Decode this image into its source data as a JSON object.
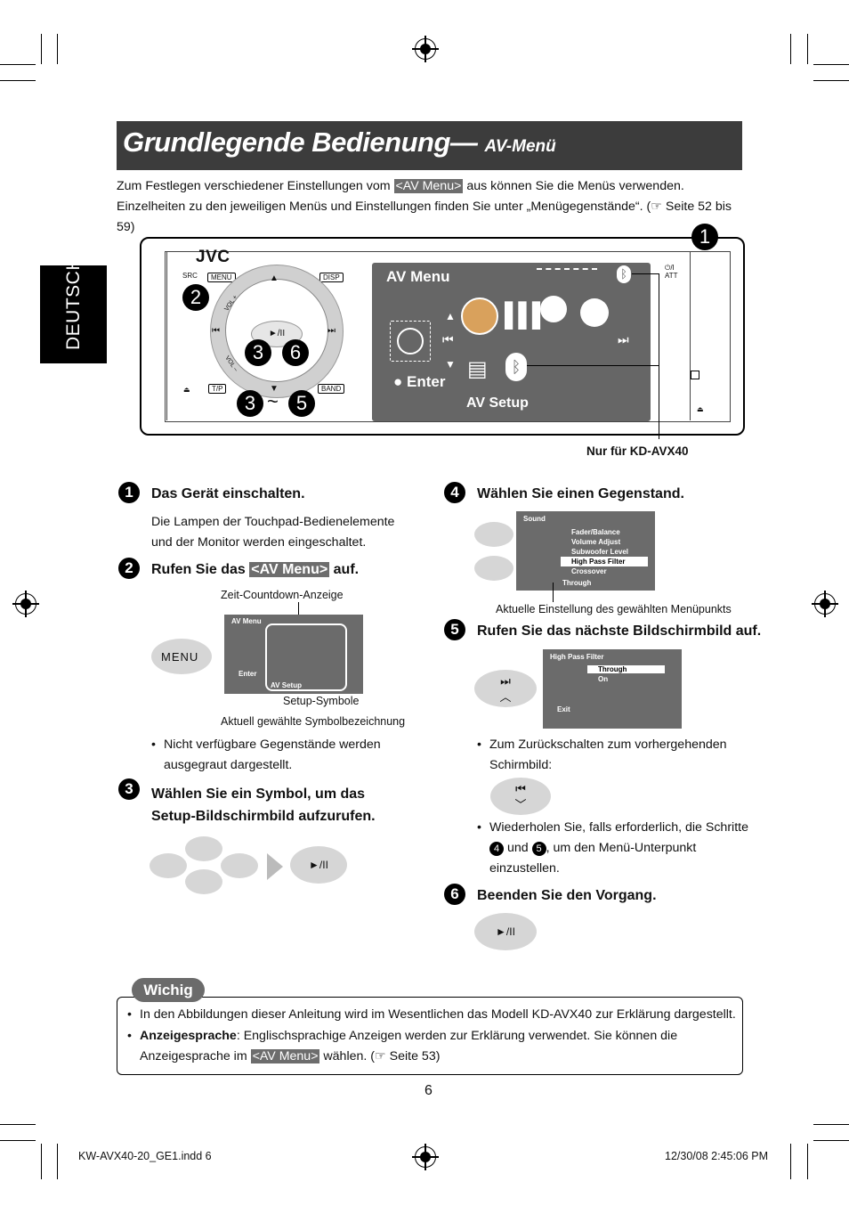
{
  "title": {
    "main": "Grundlegende Bedienung—",
    "sub": "AV-Menü"
  },
  "side_tab": "DEUTSCH",
  "intro": {
    "before": "Zum Festlegen verschiedener Einstellungen vom ",
    "highlight": "<AV Menu>",
    "after": " aus können Sie die Menüs verwenden. Einzelheiten zu den jeweiligen Menüs und Einstellungen finden Sie unter „Menügegenstände“. (☞ Seite 52 bis 59)"
  },
  "device": {
    "brand": "JVC",
    "buttons": {
      "src": "SRC",
      "menu": "MENU",
      "disp": "DISP",
      "tp": "T/P",
      "band": "BAND",
      "att": "⏻/I ATT",
      "vol_plus": "VOL +",
      "vol_minus": "VOL –"
    },
    "screen": {
      "title": "AV Menu",
      "enter": "Enter",
      "setup": "AV Setup"
    },
    "callouts": {
      "n1": "1",
      "n2": "2",
      "n3a": "3",
      "n6": "6",
      "n3b": "3",
      "tilde": "~",
      "n5": "5"
    },
    "note": "Nur für KD-AVX40"
  },
  "steps": {
    "s1": {
      "num": "1",
      "title": "Das Gerät einschalten.",
      "body": "Die Lampen der Touchpad-Bedienelemente und der Monitor werden eingeschaltet."
    },
    "s2": {
      "num": "2",
      "title_before": "Rufen Sie das ",
      "title_hl": "<AV Menu>",
      "title_after": " auf.",
      "label_countdown": "Zeit-Countdown-Anzeige",
      "label_setup_symbols": "Setup-Symbole",
      "label_current": "Aktuell gewählte Symbolbezeichnung",
      "button": "MENU",
      "mini_title": "AV Menu",
      "mini_enter": "Enter",
      "mini_setup": "AV Setup",
      "bullet": "Nicht verfügbare Gegenstände werden ausgegraut dargestellt."
    },
    "s3": {
      "num": "3",
      "title": "Wählen Sie ein Symbol, um das Setup-Bildschirmbild aufzurufen."
    },
    "s4": {
      "num": "4",
      "title": "Wählen Sie einen Gegenstand.",
      "mini_title": "Sound",
      "items": [
        "Fader/Balance",
        "Volume Adjust",
        "Subwoofer Level",
        "High Pass Filter",
        "Crossover"
      ],
      "value": "Through",
      "label": "Aktuelle Einstellung des gewählten Menüpunkts"
    },
    "s5": {
      "num": "5",
      "title": "Rufen Sie das nächste Bildschirmbild auf.",
      "mini_title": "High Pass Filter",
      "options": [
        "Through",
        "On"
      ],
      "exit": "Exit",
      "bullet1": "Zum Zurückschalten zum vorhergehenden Schirmbild:",
      "bullet2_a": "Wiederholen Sie, falls erforderlich, die Schritte ",
      "bullet2_n4": "4",
      "bullet2_und": " und ",
      "bullet2_n5": "5",
      "bullet2_b": ", um den Menü-Unterpunkt einzustellen."
    },
    "s6": {
      "num": "6",
      "title": "Beenden Sie den Vorgang."
    }
  },
  "wichig": {
    "label": "Wichig",
    "b1": "In den Abbildungen dieser Anleitung wird im Wesentlichen das Modell KD-AVX40 zur Erklärung dargestellt.",
    "b2_bold": "Anzeigesprache",
    "b2_text": ": Englischsprachige Anzeigen werden zur Erklärung verwendet. Sie können die Anzeigesprache im ",
    "b2_hl": "<AV Menu>",
    "b2_end": " wählen. (☞ Seite 53)"
  },
  "page_number": "6",
  "footer": {
    "file": "KW-AVX40-20_GE1.indd   6",
    "date": "12/30/08   2:45:06 PM"
  }
}
